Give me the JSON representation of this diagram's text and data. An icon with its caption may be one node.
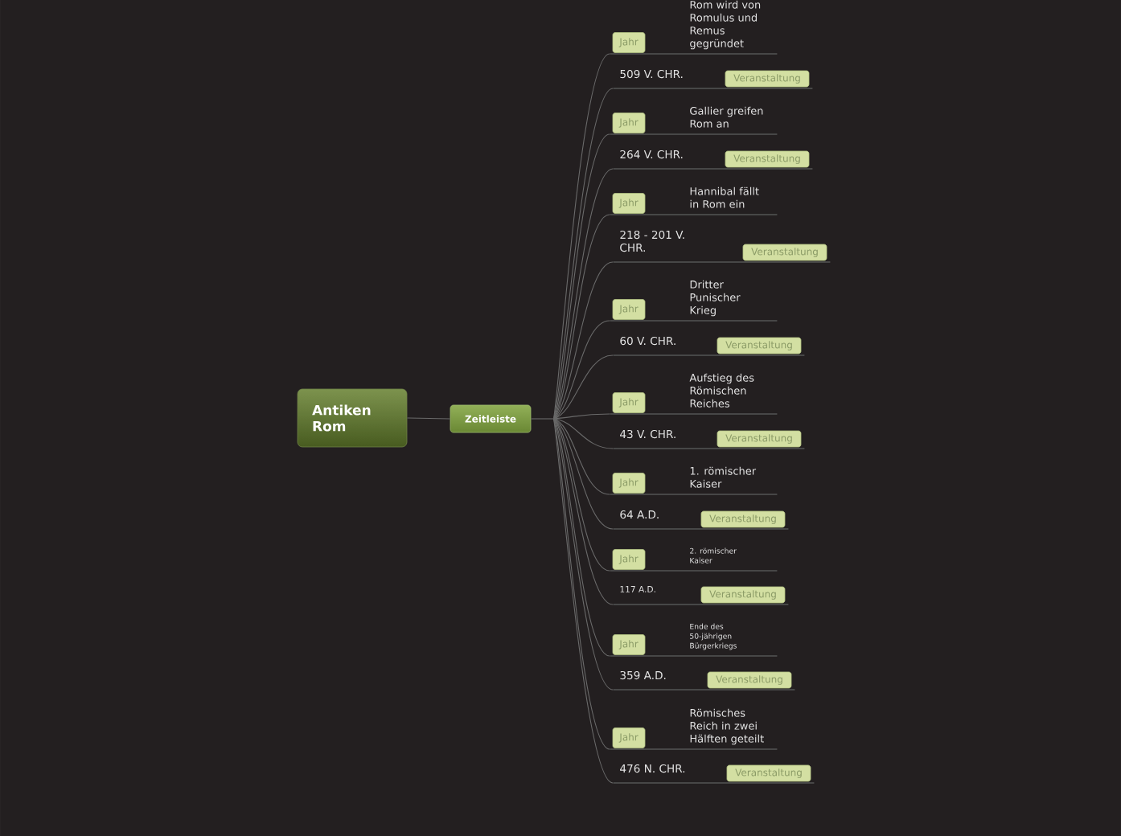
{
  "diagram": {
    "nodes": [
      {
        "text": [
          "Antiken Rom"
        ]
      },
      {
        "text": [
          "Zeitleiste"
        ]
      },
      {
        "text": [
          "Rom wird von Romulus und Remus gegründet"
        ]
      },
      {
        "text": [
          "Jahr"
        ]
      },
      {
        "text": [
          "509 V. CHR."
        ]
      },
      {
        "text": [
          "Veranstaltung"
        ]
      },
      {
        "text": [
          "Gallier greifen Rom an"
        ]
      },
      {
        "text": [
          "Jahr"
        ]
      },
      {
        "text": [
          "264 V. CHR."
        ]
      },
      {
        "text": [
          "Veranstaltung"
        ]
      },
      {
        "text": [
          "Hannibal fällt in Rom ein"
        ]
      },
      {
        "text": [
          "Jahr"
        ]
      },
      {
        "text": [
          "218 - 201 V. CHR."
        ]
      },
      {
        "text": [
          "Veranstaltung"
        ]
      },
      {
        "text": [
          "Dritter Punischer Krieg"
        ]
      },
      {
        "text": [
          "Jahr"
        ]
      },
      {
        "text": [
          "60 V. CHR."
        ]
      },
      {
        "text": [
          "Veranstaltung"
        ]
      },
      {
        "text": [
          "Aufstieg des Römischen Reiches"
        ]
      },
      {
        "text": [
          "Jahr"
        ]
      },
      {
        "text": [
          "43 V. CHR."
        ]
      },
      {
        "text": [
          "Veranstaltung"
        ]
      },
      {
        "text": [
          "1. römischer Kaiser"
        ]
      },
      {
        "text": [
          "Jahr"
        ]
      },
      {
        "text": [
          "64 A.D."
        ]
      },
      {
        "text": [
          "Veranstaltung"
        ]
      },
      {
        "text": [
          "2. römischer Kaiser"
        ]
      },
      {
        "text": [
          "Jahr"
        ]
      },
      {
        "text": [
          "117 A.D."
        ]
      },
      {
        "text": [
          "Veranstaltung"
        ]
      },
      {
        "text": [
          "Ende des 50-jährigen Bürgerkriegs"
        ]
      },
      {
        "text": [
          "Jahr"
        ]
      },
      {
        "text": [
          "359 A.D."
        ]
      },
      {
        "text": [
          "Veranstaltung"
        ]
      },
      {
        "text": [
          "Römisches Reich in zwei Hälften geteilt"
        ]
      },
      {
        "text": [
          "Jahr"
        ]
      },
      {
        "text": [
          "476 N. CHR."
        ]
      },
      {
        "text": [
          "Veranstaltung"
        ]
      }
    ],
    "edges": [
      {
        "from": 0,
        "to": 1,
        "arrow": "none"
      },
      {
        "from": 1,
        "to": 2,
        "arrow": "none"
      },
      {
        "from": 1,
        "to": 4,
        "arrow": "none"
      },
      {
        "from": 1,
        "to": 6,
        "arrow": "none"
      },
      {
        "from": 1,
        "to": 8,
        "arrow": "none"
      },
      {
        "from": 1,
        "to": 10,
        "arrow": "none"
      },
      {
        "from": 1,
        "to": 12,
        "arrow": "none"
      },
      {
        "from": 1,
        "to": 14,
        "arrow": "none"
      },
      {
        "from": 1,
        "to": 16,
        "arrow": "none"
      },
      {
        "from": 1,
        "to": 18,
        "arrow": "none"
      },
      {
        "from": 1,
        "to": 20,
        "arrow": "none"
      },
      {
        "from": 1,
        "to": 22,
        "arrow": "none"
      },
      {
        "from": 1,
        "to": 24,
        "arrow": "none"
      },
      {
        "from": 1,
        "to": 26,
        "arrow": "none"
      },
      {
        "from": 1,
        "to": 28,
        "arrow": "none"
      },
      {
        "from": 1,
        "to": 30,
        "arrow": "none"
      },
      {
        "from": 1,
        "to": 32,
        "arrow": "none"
      },
      {
        "from": 1,
        "to": 34,
        "arrow": "none"
      },
      {
        "from": 1,
        "to": 36,
        "arrow": "none"
      }
    ]
  }
}
